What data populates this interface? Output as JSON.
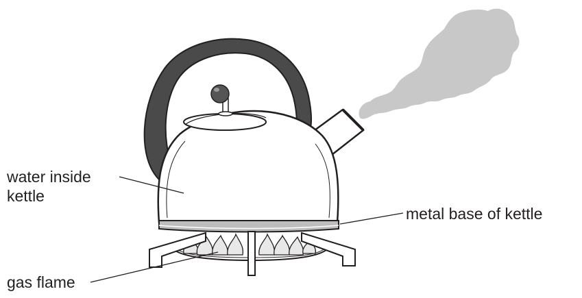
{
  "labels": {
    "water_line1": "water inside",
    "water_line2": "kettle",
    "metal_base": "metal base of kettle",
    "gas_flame": "gas flame"
  },
  "colors": {
    "outline": "#231f20",
    "handle": "#4a4a4a",
    "steam": "#c8c8c8",
    "kettle_body": "#ffffff",
    "flame_fill": "#e8e8e8"
  },
  "icons": {
    "kettle": "kettle-icon",
    "steam": "steam-icon",
    "burner": "gas-burner-icon"
  }
}
